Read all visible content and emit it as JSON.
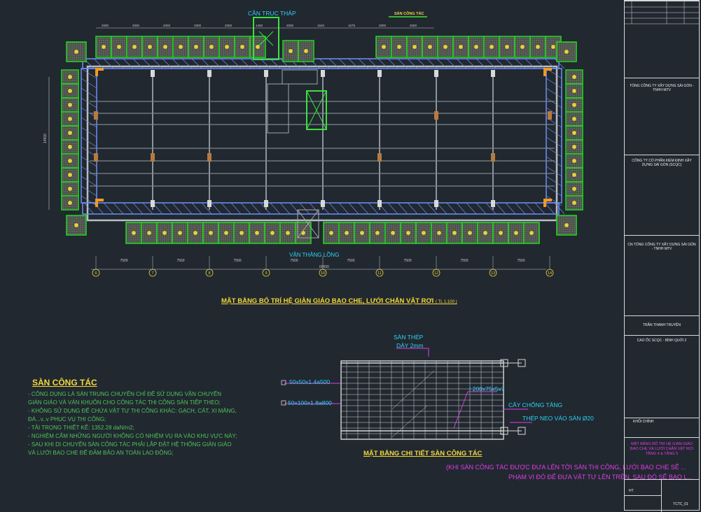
{
  "plan": {
    "crane_label": "CẦN TRỤC THÁP",
    "platform_tag": "SÀN CÔNG TÁC",
    "lift_label": "VẬN THĂNG LỒNG",
    "top_dims": [
      "2000",
      "2000",
      "2000",
      "2000",
      "2000",
      "1400",
      "2000",
      "1540",
      "1575",
      "2000",
      "2000"
    ],
    "left_dim": "14900",
    "grid_spacing": "7500",
    "grid_axes": [
      "6",
      "7",
      "8",
      "9",
      "10",
      "11",
      "12",
      "13",
      "14"
    ],
    "total_dim": "60000",
    "title": "MẶT BẰNG BỐ TRÍ HỆ GIÀN GIÁO BAO CHE, LƯỚI CHẮN VẬT RƠI",
    "scale": "( TL 1:100 )"
  },
  "notes": {
    "title": "SÀN CÔNG TÁC",
    "lines": [
      "- CÔNG DỤNG LÀ SÀN TRUNG CHUYỂN CHỈ ĐỂ SỬ DỤNG VẬN CHUYỂN",
      "GIÀN GIÁO VÀ VÁN KHUÔN CHO CÔNG TÁC THI CÔNG SÀN TIẾP THEO;",
      "- KHÔNG SỬ DỤNG ĐỂ CHỨA VẬT TƯ THI CÔNG KHÁC: GẠCH, CÁT, XI MĂNG,",
      "ĐÁ...v..v PHỤC VỤ THI CÔNG;",
      "- TẢI TRỌNG THIẾT KẾ: 1352.28 daN/m2;",
      "- NGHIÊM CẤM NHỮNG NGƯỜI KHÔNG CÓ NHIỆM VỤ RA VÀO KHU VỰC NÀY;",
      "- SAU KHI DI CHUYỂN SÀN CÔNG TÁC PHẢI LẮP ĐẶT HỆ THỐNG GIÀN GIÁO",
      "VÀ LƯỚI BAO CHE ĐỂ ĐẢM BẢO AN TOÀN LAO ĐỘNG;"
    ]
  },
  "detail": {
    "steel_plate": "SÀN THÉP",
    "thickness": "DÀY 2mm",
    "section1": "50x50x1.4a500",
    "section2": "50x100x1.8a800",
    "beam": "I 200x75x5x7",
    "prop": "CÂY CHỐNG TĂNG",
    "anchor": "THÉP NEO VÀO SÀN Ø20",
    "title": "MẶT BẰNG CHI TIẾT SÀN CÔNG TÁC",
    "caption_1": "(KHI SÀN CÔNG TÁC ĐƯỢC ĐƯA LÊN TỚI SÀN THI CÔNG, LƯỚI BAO CHE SẼ ...",
    "caption_2": "PHẠM VI ĐÓ ĐỂ ĐƯA VẬT TƯ LÊN TRÊN, SAU ĐÓ SẼ BAO L..."
  },
  "title_block": {
    "owner": "TỔNG CÔNG TY XÂY DỰNG SÀI GÒN - TNHH MTV",
    "consultant": "CÔNG TY CỔ PHẦN KIỂM ĐỊNH XÂY DỰNG SÀI GÒN (SCQC)",
    "contractor": "CN TỔNG CÔNG TY XÂY DỰNG SÀI GÒN - TNHH MTV",
    "person": "TRẦN THANH TRUYỀN",
    "project": "CAO ỐC SCQC - BÌNH QUỚI 2",
    "block": "KHỐI CHÍNH",
    "drawing_title": "MẶT BẰNG BỐ TRÍ HỆ GIÀN GIÁO BAO CHE VÀ LƯỚI CHẮN VẬT RƠI TẦNG 4 & TẦNG 5",
    "sheet_code": "TCTC_01",
    "ht": "HT"
  },
  "colors": {
    "background": "#212830",
    "scaffold_green": "#1fd41f",
    "frame_blue": "#6f8ff5",
    "cyan_text": "#2bd4f5",
    "yellow_title": "#f2d83a",
    "magenta": "#e23ce6",
    "note_green": "#4fc45a"
  }
}
